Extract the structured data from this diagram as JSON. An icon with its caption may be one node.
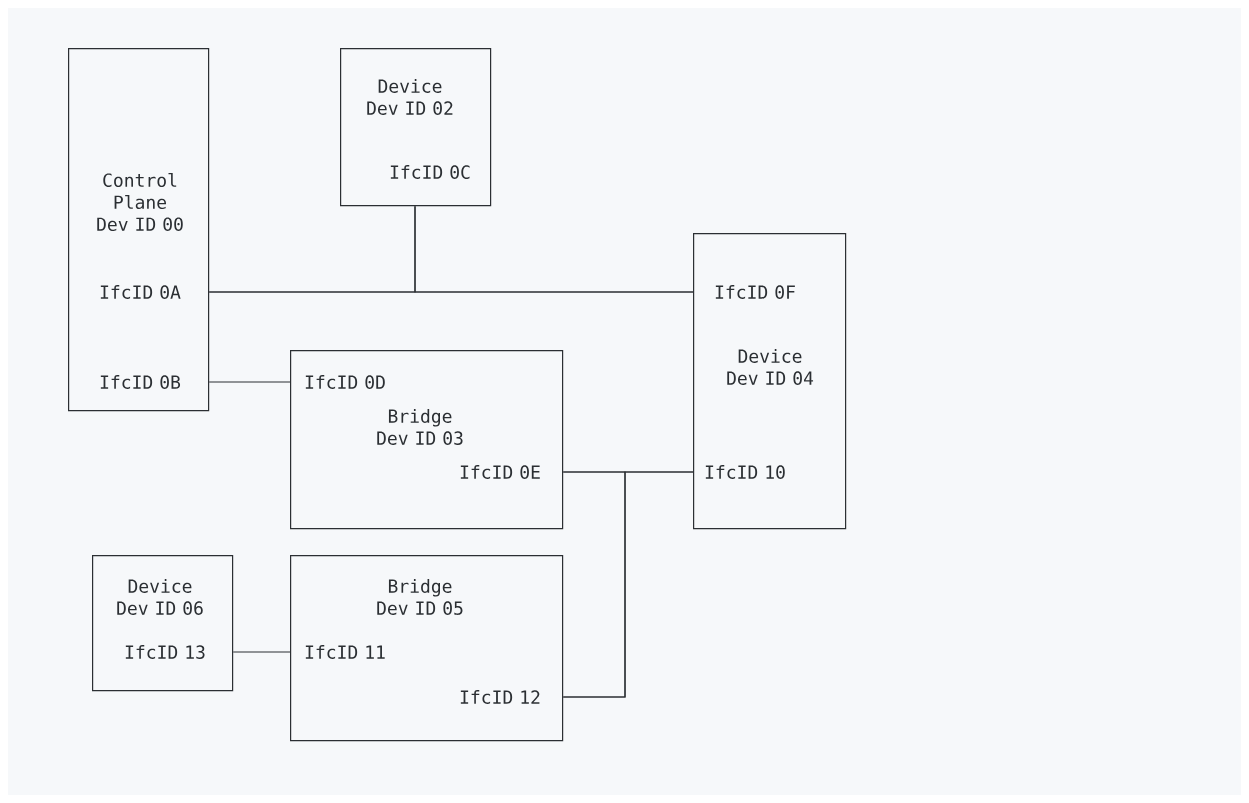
{
  "diagram": {
    "nodes": [
      {
        "text": [
          "Control Plane Dev ID 00",
          "IfcID 0A",
          "IfcID 0B"
        ]
      },
      {
        "text": [
          "Device Dev ID 02",
          "IfcID 0C"
        ]
      },
      {
        "text": [
          "IfcID 0F",
          "Device Dev ID 04",
          "IfcID 10"
        ]
      },
      {
        "text": [
          "IfcID 0D",
          "Bridge Dev ID 03",
          "IfcID 0E"
        ]
      },
      {
        "text": [
          "Device Dev ID 06",
          "IfcID 13"
        ]
      },
      {
        "text": [
          "Bridge Dev ID 05",
          "IfcID 11",
          "IfcID 12"
        ]
      }
    ],
    "edges": [
      {
        "from": 0,
        "to": 2,
        "arrow": "none"
      },
      {
        "from": 0,
        "to": 1,
        "arrow": "none"
      },
      {
        "from": 1,
        "to": 2,
        "arrow": "none"
      },
      {
        "from": 0,
        "to": 3,
        "arrow": "none"
      },
      {
        "from": 3,
        "to": 2,
        "arrow": "none"
      },
      {
        "from": 3,
        "to": 5,
        "arrow": "none"
      },
      {
        "from": 5,
        "to": 2,
        "arrow": "none"
      },
      {
        "from": 4,
        "to": 5,
        "arrow": "none"
      }
    ]
  }
}
